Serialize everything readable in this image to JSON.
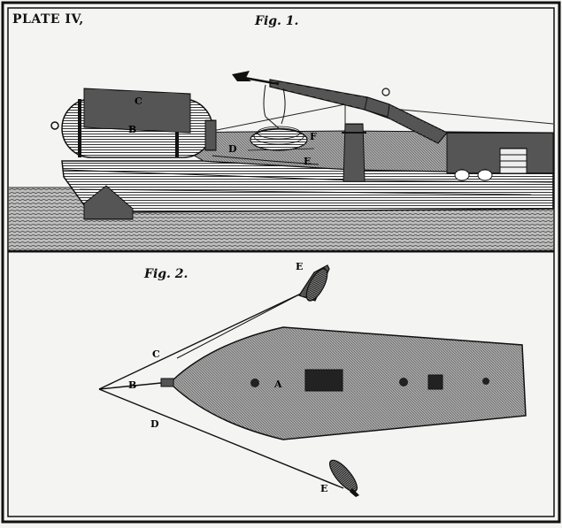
{
  "plate_label": "PLATE IV,",
  "figures": [
    {
      "title": "Fig. 1.",
      "labels": [
        "C",
        "B",
        "D",
        "F",
        "E"
      ]
    },
    {
      "title": "Fig. 2.",
      "labels": [
        "E",
        "C",
        "B",
        "A",
        "D",
        "E"
      ]
    }
  ]
}
